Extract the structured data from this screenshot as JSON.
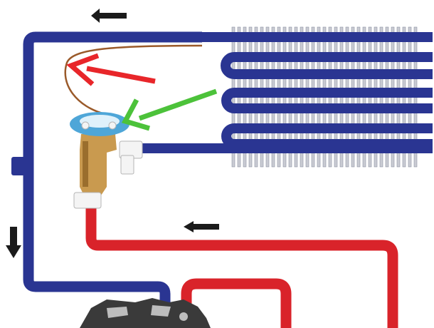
{
  "diagram": {
    "subject": "expansion-valve-refrigeration-loop",
    "colors": {
      "low_pressure_line": "#2a3592",
      "high_pressure_line": "#d9232a",
      "fin": "#c9cbd3",
      "fin_edge": "#8e92a3",
      "valve_brass": "#c99a4f",
      "valve_brass_dark": "#9a6e2d",
      "valve_head": "#4ea6d8",
      "sensing_bulb_line": "#9a5a2a",
      "red_arrow": "#e8262a",
      "green_arrow": "#4cc23a",
      "flow_arrow": "#1b1b1b",
      "compressor": "#3a3a3a",
      "compressor_highlight": "#bdbdbd",
      "background": "#ffffff"
    },
    "components": [
      {
        "name": "evaporator-coil",
        "icon": "finned-coil"
      },
      {
        "name": "expansion-valve",
        "icon": "brass-valve"
      },
      {
        "name": "sensing-bulb-capillary",
        "icon": "capillary-tube"
      },
      {
        "name": "compressor",
        "icon": "compressor-body"
      }
    ],
    "flow_arrows": [
      {
        "name": "flow-arrow-top",
        "direction": "left"
      },
      {
        "name": "flow-arrow-left",
        "direction": "down"
      },
      {
        "name": "flow-arrow-middle",
        "direction": "left"
      }
    ],
    "indicator_arrows": [
      {
        "name": "red-indicator-arrow",
        "color_key": "red_arrow",
        "points_to": "sensing-bulb-capillary"
      },
      {
        "name": "green-indicator-arrow",
        "color_key": "green_arrow",
        "points_to": "expansion-valve"
      }
    ]
  }
}
